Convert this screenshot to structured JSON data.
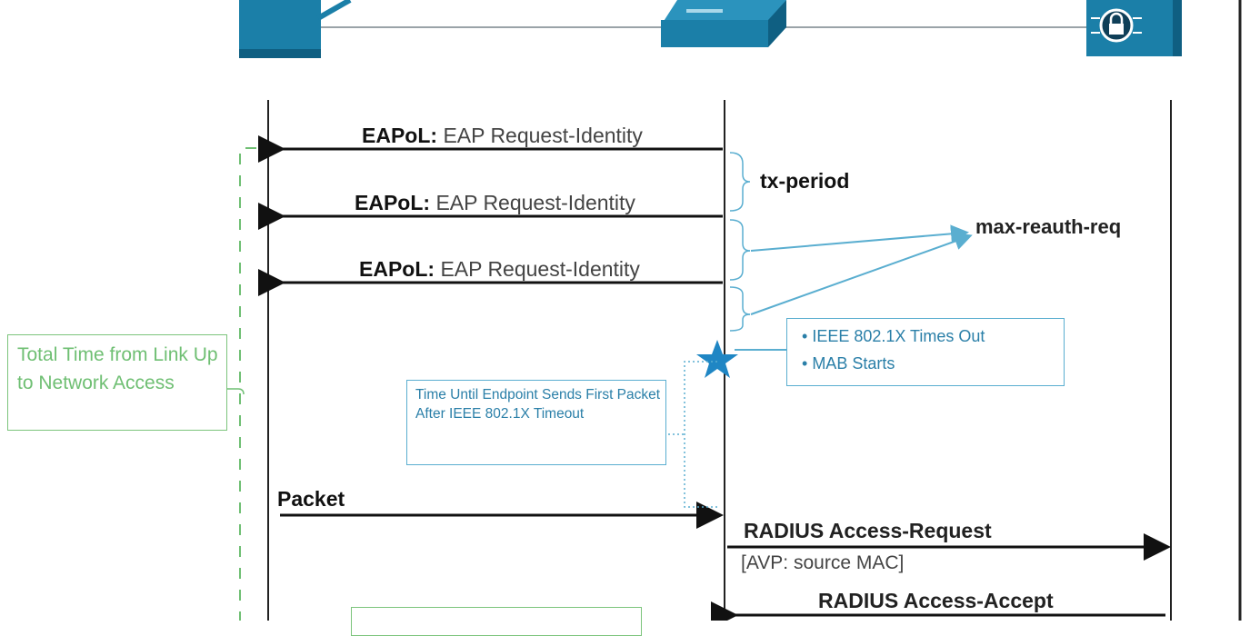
{
  "devices": [
    {
      "name": "supplicant-device-icon",
      "kind": "endpoint"
    },
    {
      "name": "switch-device-icon",
      "kind": "switch"
    },
    {
      "name": "aaa-server-device-icon",
      "kind": "policy-server"
    }
  ],
  "messages": {
    "eap1": {
      "proto": "EAPoL:",
      "text": "EAP Request-Identity"
    },
    "eap2": {
      "proto": "EAPoL:",
      "text": "EAP Request-Identity"
    },
    "eap3": {
      "proto": "EAPoL:",
      "text": "EAP Request-Identity"
    },
    "packet": "Packet",
    "radius_request": "RADIUS Access-Request",
    "radius_request_avp": "[AVP: source MAC]",
    "radius_accept": "RADIUS Access-Accept"
  },
  "timers": {
    "tx_period": "tx-period",
    "max_reauth_req": "max-reauth-req"
  },
  "notes": {
    "timeout_items": [
      "IEEE 802.1X Times Out",
      "MAB Starts"
    ],
    "endpoint_wait": "Time Until Endpoint Sends First Packet After IEEE 802.1X Timeout",
    "total_time": "Total Time from Link Up to Network Access"
  },
  "colors": {
    "device_fill": "#1b7fa8",
    "device_dark": "#0f5f82",
    "annotation_blue": "#5aaed0",
    "annotation_green": "#6fbf73",
    "line": "#222222",
    "text": "#333333"
  }
}
